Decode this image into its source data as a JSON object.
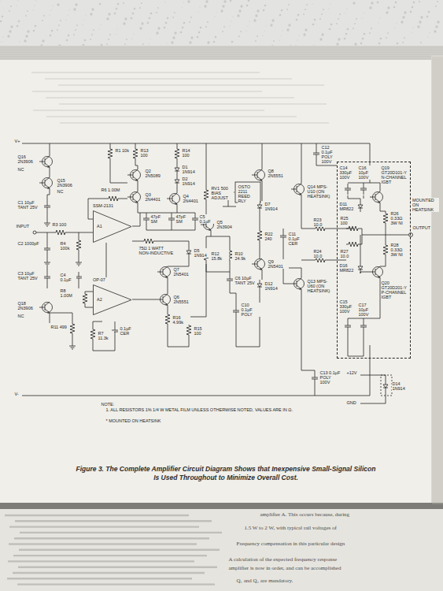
{
  "diagram": {
    "caption": "Figure 3. The Complete Amplifier Circuit Diagram Shows that Inexpensive Small-Signal Silicon Is Used Throughout to Minimize Overall Cost.",
    "nodes": [
      {
        "text": [
          "SSM-2131",
          "A1"
        ]
      },
      {
        "text": [
          "OP-07",
          "A2"
        ]
      },
      {
        "text": [
          "MOUNTED ON HEATSINK"
        ]
      }
    ],
    "edges": [
      {
        "from": 1,
        "to": 0,
        "arrow": "none"
      }
    ],
    "labels": [
      "V+",
      "V-",
      "Q16 2N3906",
      "NC",
      "Q15 2N3906",
      "NC",
      "C1 10µF TANT 25V",
      "INPUT",
      "R3 100",
      "C2 1000pF",
      "R4 100k",
      "R6 1.00M",
      "C3 10µF TANT 25V",
      "C4 0.1µF",
      "R8 1.00M",
      "Q18 2N3906",
      "NC",
      "R11 499",
      "R7 11.3k",
      "0.1µF CER",
      "R1 10k",
      "R13 100",
      "Q2 2N5089",
      "Q3 2N4401",
      "R14 100",
      "D1 1N914",
      "D2 1N914",
      "Q4 2N4401",
      "47pF SM",
      "47pF SM",
      "C5 0.1µF",
      "75Ω 1 WATT NON-INDUCTIVE",
      "D5 1N914",
      "Q7 2N5401",
      "Q6 2N5551",
      "R16 4.99k",
      "R15 100",
      "RV1 500 BIAS ADJUST",
      "OSTO 2211 REED RLY",
      "Q5 2N3904",
      "R12 15.8k",
      "R10 24.9k",
      "C6 10µF TANT 25V",
      "Q8 2N5551",
      "D7 1N914",
      "Q14 MPS-U10 (ON HEATSINK)",
      "R22 240",
      "C11 0.1µF CER",
      "R23 10.0",
      "Q9 2N5401",
      "D12 1N914",
      "Q13 MPS-U60 (ON HEATSINK)",
      "R24 10.0",
      "C10 0.1µF POLY",
      "C12 0.1µF POLY 100V",
      "C13 0.1µF POLY 100V",
      "C14 330µF 100V",
      "C16 10µF 100V",
      "Q19 GT20D101-Y N-CHANNEL IGBT",
      "D11 MR822",
      "R25 100",
      "R26 0.33Ω 3W NI",
      "OUTPUT",
      "R27 10.0",
      "R28 0.33Ω 3W NI",
      "D16 MR822",
      "Q20 GT20D201-Y P-CHANNEL IGBT",
      "C15 330µF 100V",
      "C17 10µF 100V",
      "+12V",
      "D14 1N914",
      "GND",
      "NOTE:",
      "1. ALL RESISTORS 1% 1/4 W METAL FILM UNLESS OTHERWISE NOTED, VALUES ARE IN Ω.",
      "* MOUNTED ON HEATSINK",
      "amplifier A. This occurs because, during",
      "1.5 W to 2 W, with typical rail voltages of",
      "Frequency compensation in this particular design",
      "A calculation of the expected frequency response",
      "amplifier is now in order, and can be accomplished",
      "Q₁ and Q₂ are mandatory."
    ]
  }
}
